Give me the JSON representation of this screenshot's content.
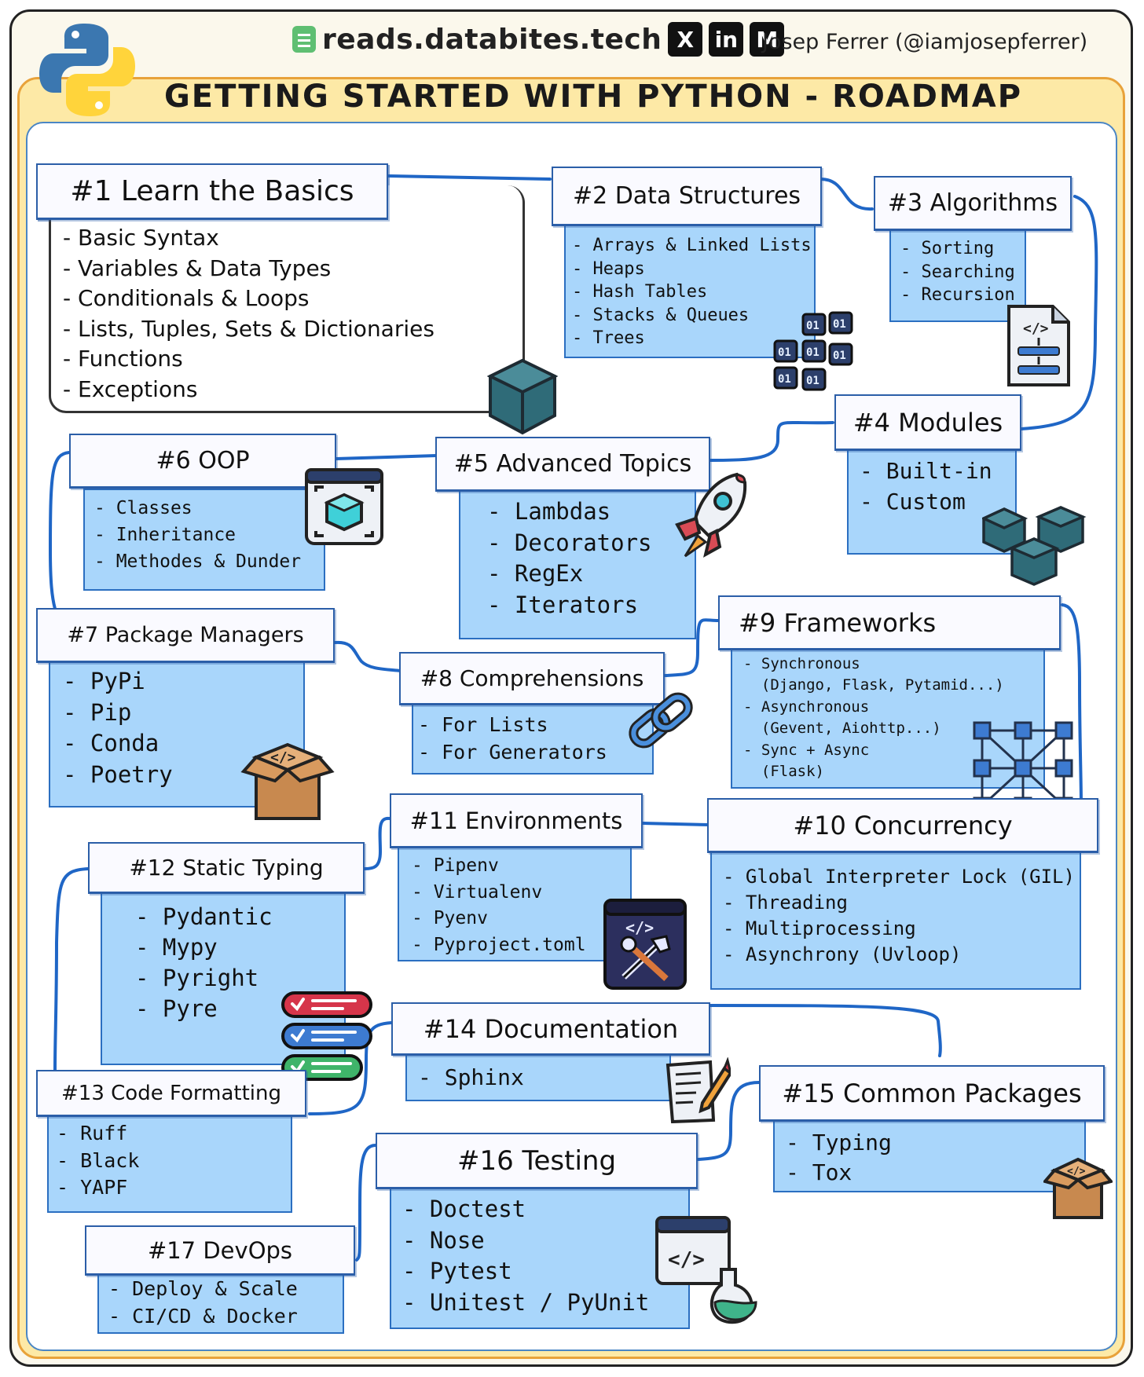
{
  "header": {
    "site": "reads.databites.tech",
    "author": "Josep Ferrer (@iamjosepferrer)",
    "title": "GETTING STARTED WITH PYTHON - ROADMAP",
    "social": [
      "X",
      "in",
      "M"
    ]
  },
  "sections": {
    "s1": {
      "title": "#1 Learn the Basics",
      "items": [
        "Basic Syntax",
        "Variables & Data Types",
        "Conditionals & Loops",
        "Lists, Tuples, Sets & Dictionaries",
        "Functions",
        "Exceptions"
      ]
    },
    "s2": {
      "title": "#2 Data Structures",
      "items": [
        "Arrays & Linked Lists",
        "Heaps",
        "Hash Tables",
        "Stacks & Queues",
        "Trees"
      ]
    },
    "s3": {
      "title": "#3 Algorithms",
      "items": [
        "Sorting",
        "Searching",
        "Recursion"
      ]
    },
    "s4": {
      "title": "#4 Modules",
      "items": [
        "Built-in",
        "Custom"
      ]
    },
    "s5": {
      "title": "#5 Advanced Topics",
      "items": [
        "Lambdas",
        "Decorators",
        "RegEx",
        "Iterators"
      ]
    },
    "s6": {
      "title": "#6 OOP",
      "items": [
        "Classes",
        "Inheritance",
        "Methodes & Dunder"
      ]
    },
    "s7": {
      "title": "#7 Package Managers",
      "items": [
        "PyPi",
        "Pip",
        "Conda",
        "Poetry"
      ]
    },
    "s8": {
      "title": "#8 Comprehensions",
      "items": [
        "For Lists",
        "For Generators"
      ]
    },
    "s9": {
      "title": "#9 Frameworks",
      "items": [
        "Synchronous\n  (Django, Flask, Pytamid...)",
        "Asynchronous\n  (Gevent, Aiohttp...)",
        "Sync + Async\n  (Flask)"
      ]
    },
    "s10": {
      "title": "#10 Concurrency",
      "items": [
        "Global Interpreter Lock (GIL)",
        "Threading",
        "Multiprocessing",
        "Asynchrony (Uvloop)"
      ]
    },
    "s11": {
      "title": "#11 Environments",
      "items": [
        "Pipenv",
        "Virtualenv",
        "Pyenv",
        "Pyproject.toml"
      ]
    },
    "s12": {
      "title": "#12 Static Typing",
      "items": [
        "Pydantic",
        "Mypy",
        "Pyright",
        "Pyre"
      ]
    },
    "s13": {
      "title": "#13 Code Formatting",
      "items": [
        "Ruff",
        "Black",
        "YAPF"
      ]
    },
    "s14": {
      "title": "#14 Documentation",
      "items": [
        "Sphinx"
      ]
    },
    "s15": {
      "title": "#15 Common Packages",
      "items": [
        "Typing",
        "Tox"
      ]
    },
    "s16": {
      "title": "#16 Testing",
      "items": [
        "Doctest",
        "Nose",
        "Pytest",
        "Unitest / PyUnit"
      ]
    },
    "s17": {
      "title": "#17 DevOps",
      "items": [
        "Deploy & Scale",
        "CI/CD & Docker"
      ]
    }
  },
  "icons": {
    "python": "python-logo-icon",
    "site": "newsletter-icon",
    "cube": "cube-icon",
    "binary": "binary-grid-icon",
    "code_file": "code-file-icon",
    "cubes": "cubes-icon",
    "rocket": "rocket-icon",
    "object": "object-frame-icon",
    "package": "package-box-icon",
    "chain": "chain-link-icon",
    "network": "network-grid-icon",
    "tools": "dev-tools-icon",
    "checklist": "checklist-icon",
    "document": "document-pencil-icon",
    "test": "test-flask-icon"
  },
  "colors": {
    "box_fill": "#a9d6fb",
    "box_border": "#2b6fc1",
    "connector": "#1f66c6",
    "frame_yellow": "#fde9a6",
    "frame_orange": "#e8a23a"
  }
}
